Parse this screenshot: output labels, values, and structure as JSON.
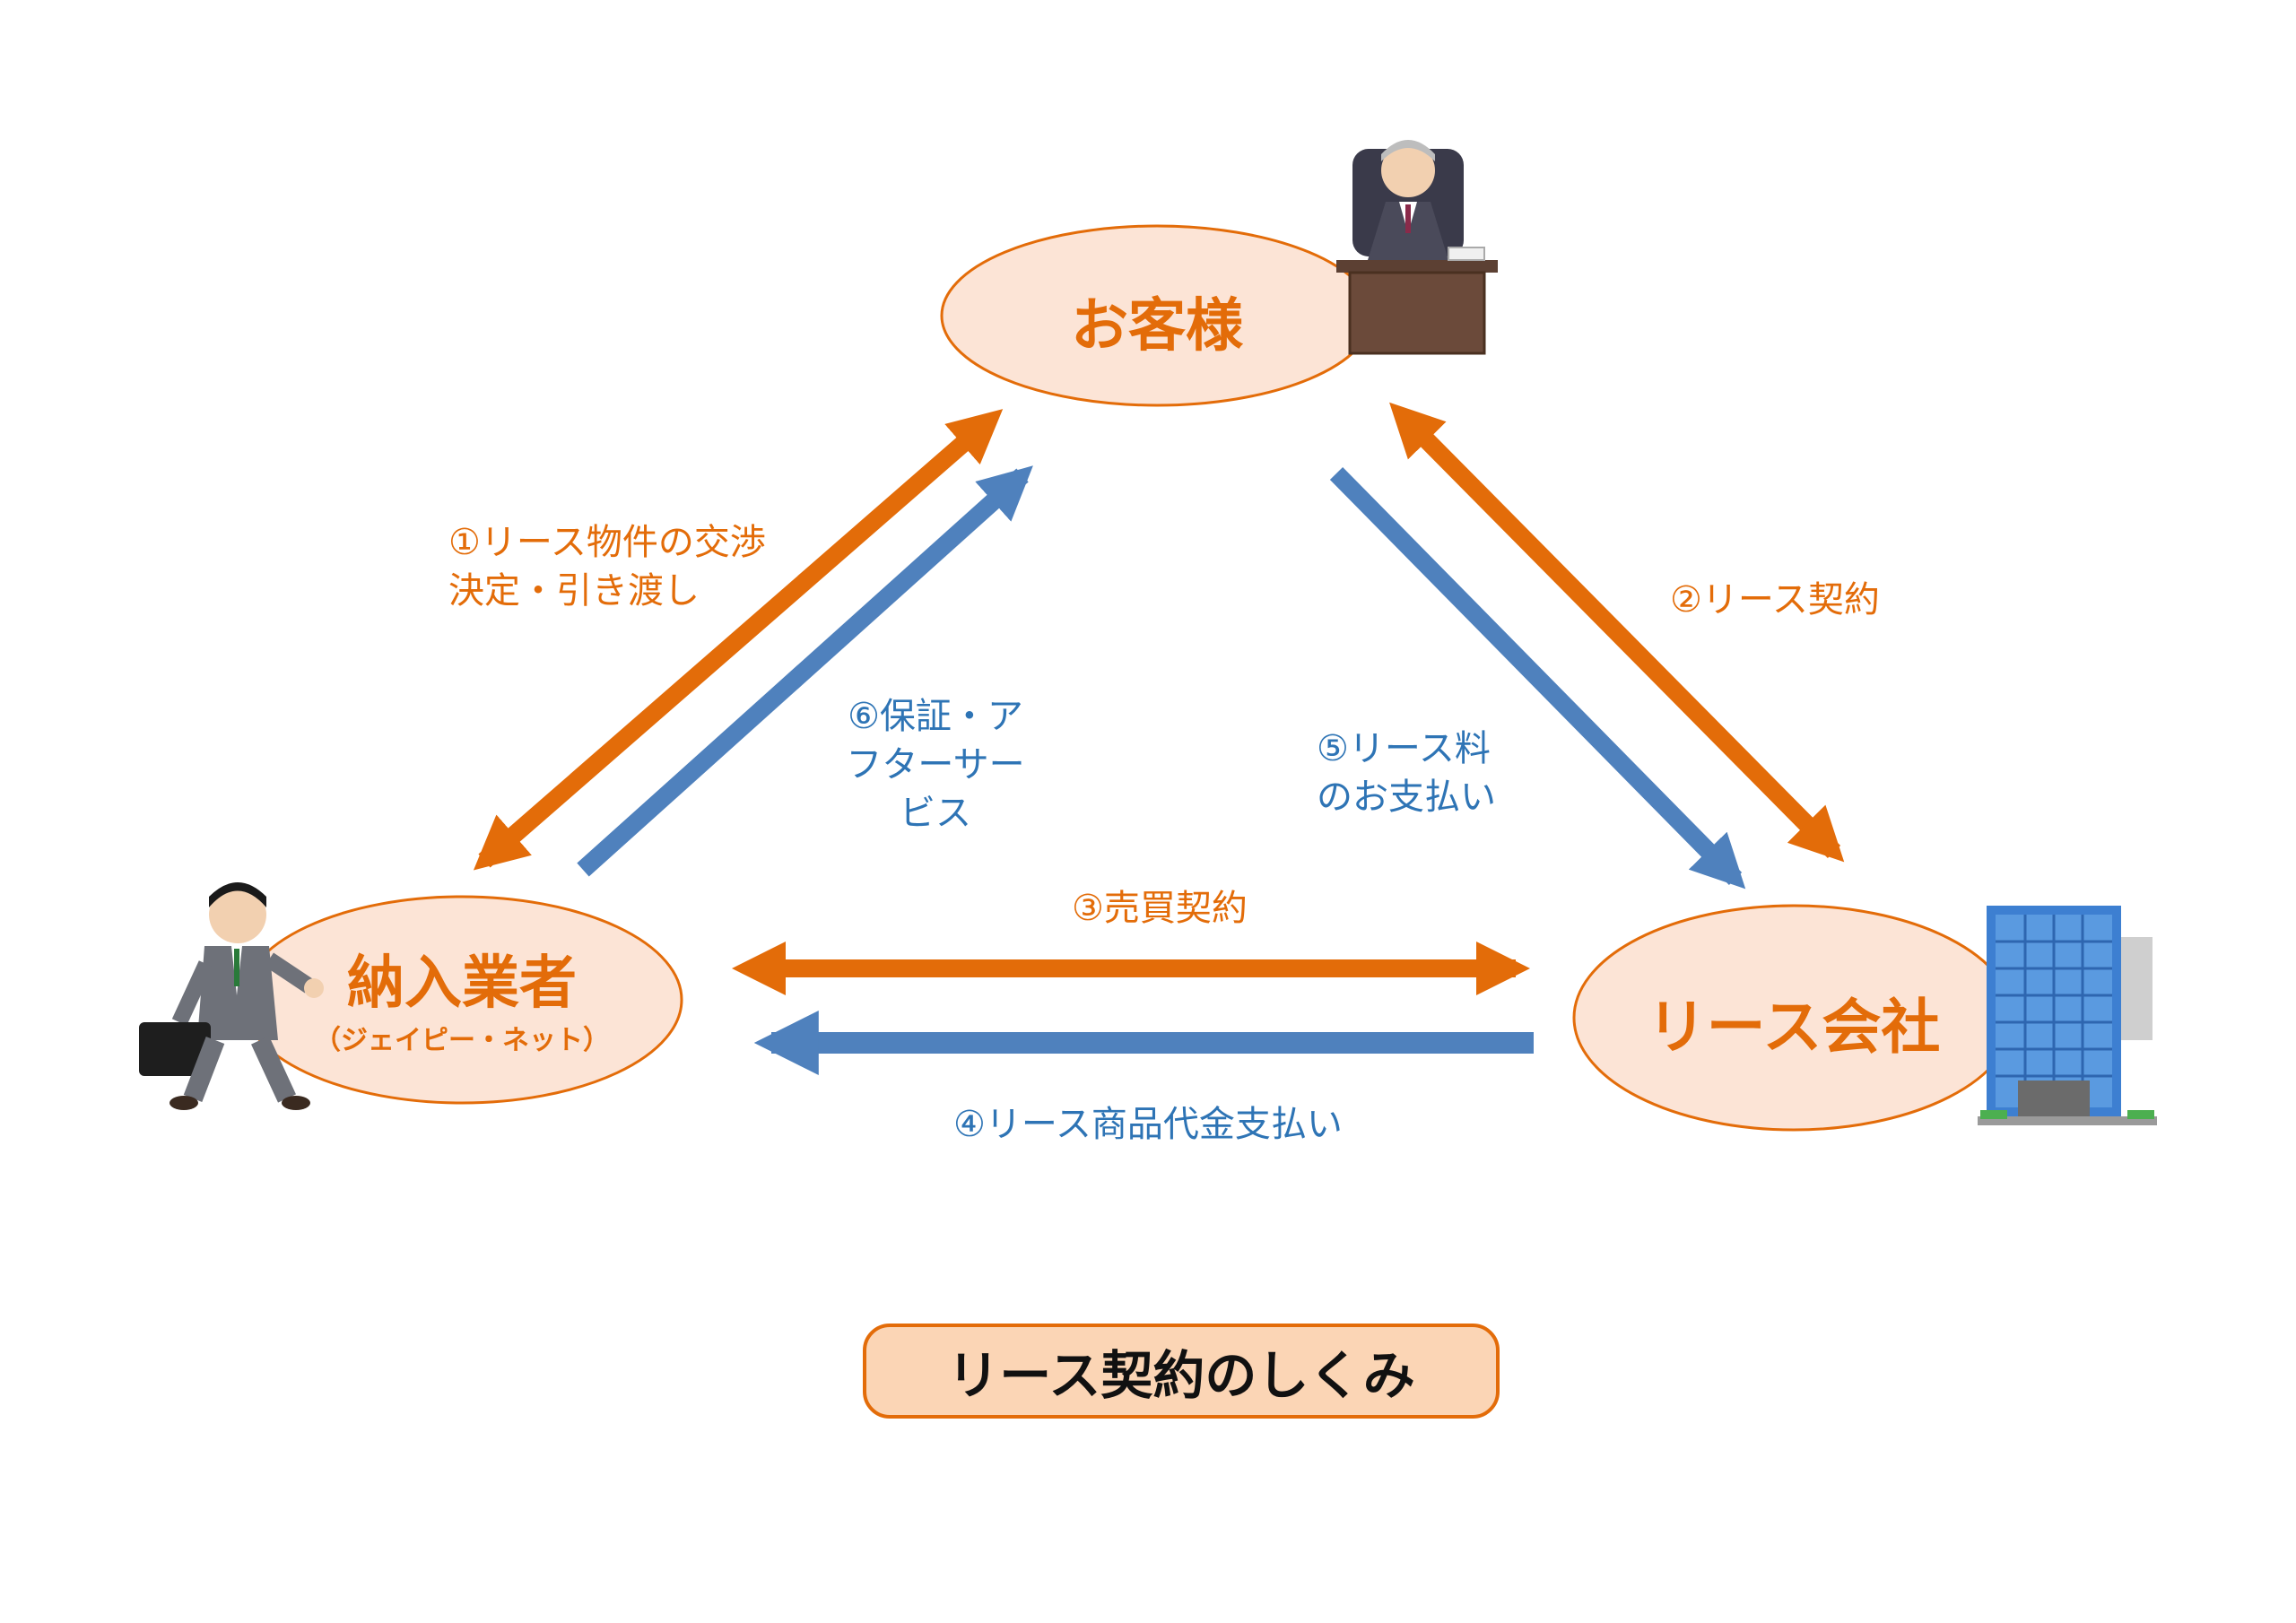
{
  "colors": {
    "orange": "#e36c09",
    "blue": "#4f81bd",
    "blue_text": "#2e74b5",
    "node_fill": "#fce4d6",
    "title_fill": "#fbd5b5"
  },
  "nodes": {
    "customer": {
      "label": "お客様"
    },
    "supplier": {
      "label": "納入業者",
      "sub": "（ジェイピー・ネット）"
    },
    "lease_company": {
      "label": "リース会社"
    }
  },
  "flows": {
    "step1": {
      "line1": "①リース物件の交渉",
      "line2": "決定・引き渡し"
    },
    "step2": {
      "label": "②リース契約"
    },
    "step3": {
      "label": "③売買契約"
    },
    "step4": {
      "label": "④リース商品代金支払い"
    },
    "step5": {
      "line1": "⑤リース料",
      "line2": "のお支払い"
    },
    "step6": {
      "line1": "⑥保証・ア",
      "line2": "フターサー",
      "line3": "ビス"
    }
  },
  "illustrations": {
    "customer": "businessman-at-desk-icon",
    "supplier": "running-salesman-icon",
    "lease_company": "office-building-icon"
  },
  "title": "リース契約のしくみ"
}
